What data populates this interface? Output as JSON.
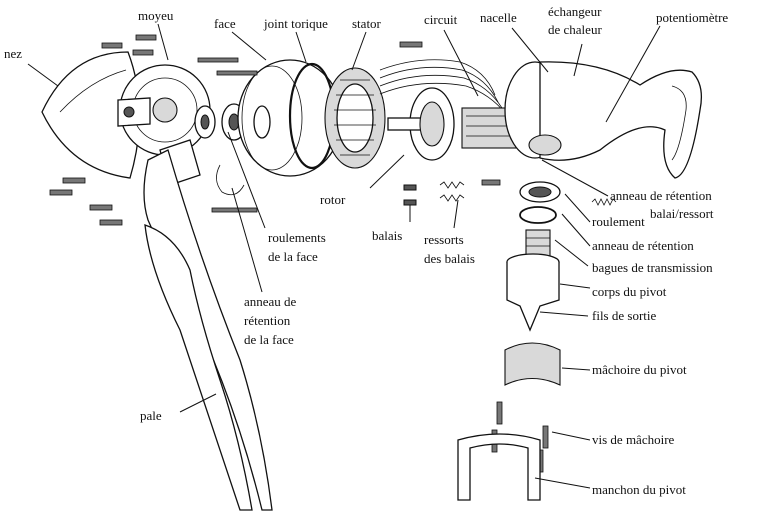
{
  "labels": {
    "nez": "nez",
    "moyeu": "moyeu",
    "face": "face",
    "joint_torique": "joint torique",
    "stator": "stator",
    "circuit": "circuit",
    "nacelle": "nacelle",
    "echangeur_line1": "échangeur",
    "echangeur_line2": "de chaleur",
    "potentiometre": "potentiomètre",
    "rotor": "rotor",
    "balais": "balais",
    "ressorts_line1": "ressorts",
    "ressorts_line2": "des balais",
    "roulements_face_line1": "roulements",
    "roulements_face_line2": "de la face",
    "anneau_face_line1": "anneau de",
    "anneau_face_line2": "rétention",
    "anneau_face_line3": "de la face",
    "anneau_balai_line1": "anneau de rétention",
    "anneau_balai_line2": "balai/ressort",
    "roulement": "roulement",
    "anneau_retention": "anneau de rétention",
    "bagues": "bagues de transmission",
    "corps_pivot": "corps du pivot",
    "fils_sortie": "fils de sortie",
    "machoire_pivot": "mâchoire du pivot",
    "vis_machoire": "vis de mâchoire",
    "manchon_pivot": "manchon du pivot",
    "pale": "pale"
  }
}
